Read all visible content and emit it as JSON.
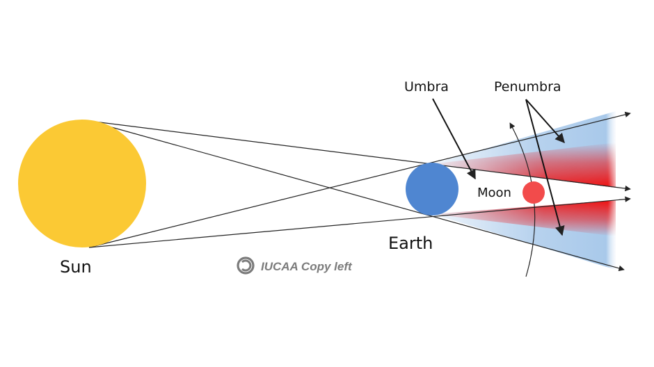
{
  "labels": {
    "sun": "Sun",
    "earth": "Earth",
    "moon": "Moon",
    "umbra": "Umbra",
    "penumbra": "Penumbra"
  },
  "watermark": {
    "text": "IUCAA Copy left",
    "icon": "copyleft-icon"
  },
  "colors": {
    "sun": "#FBC934",
    "earth": "#4F86D1",
    "moon": "#F24B4B",
    "umbra": "#EF1010",
    "penumbra": "#9FC3E8",
    "lines": "#222222",
    "watermark": "#7B7B7B"
  }
}
